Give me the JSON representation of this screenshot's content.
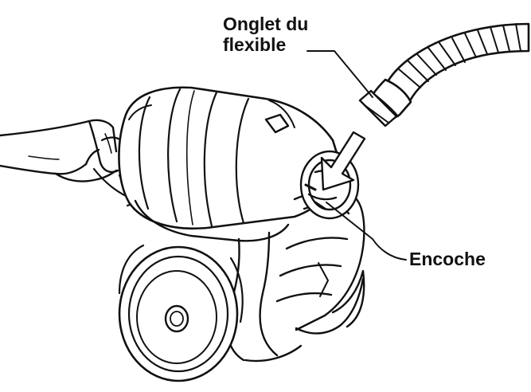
{
  "labels": {
    "hose_tab_line1": "Onglet du",
    "hose_tab_line2": "flexible",
    "notch": "Encoche"
  },
  "colors": {
    "ink": "#111111",
    "paper": "#ffffff",
    "shade": "#d9d9d9"
  }
}
